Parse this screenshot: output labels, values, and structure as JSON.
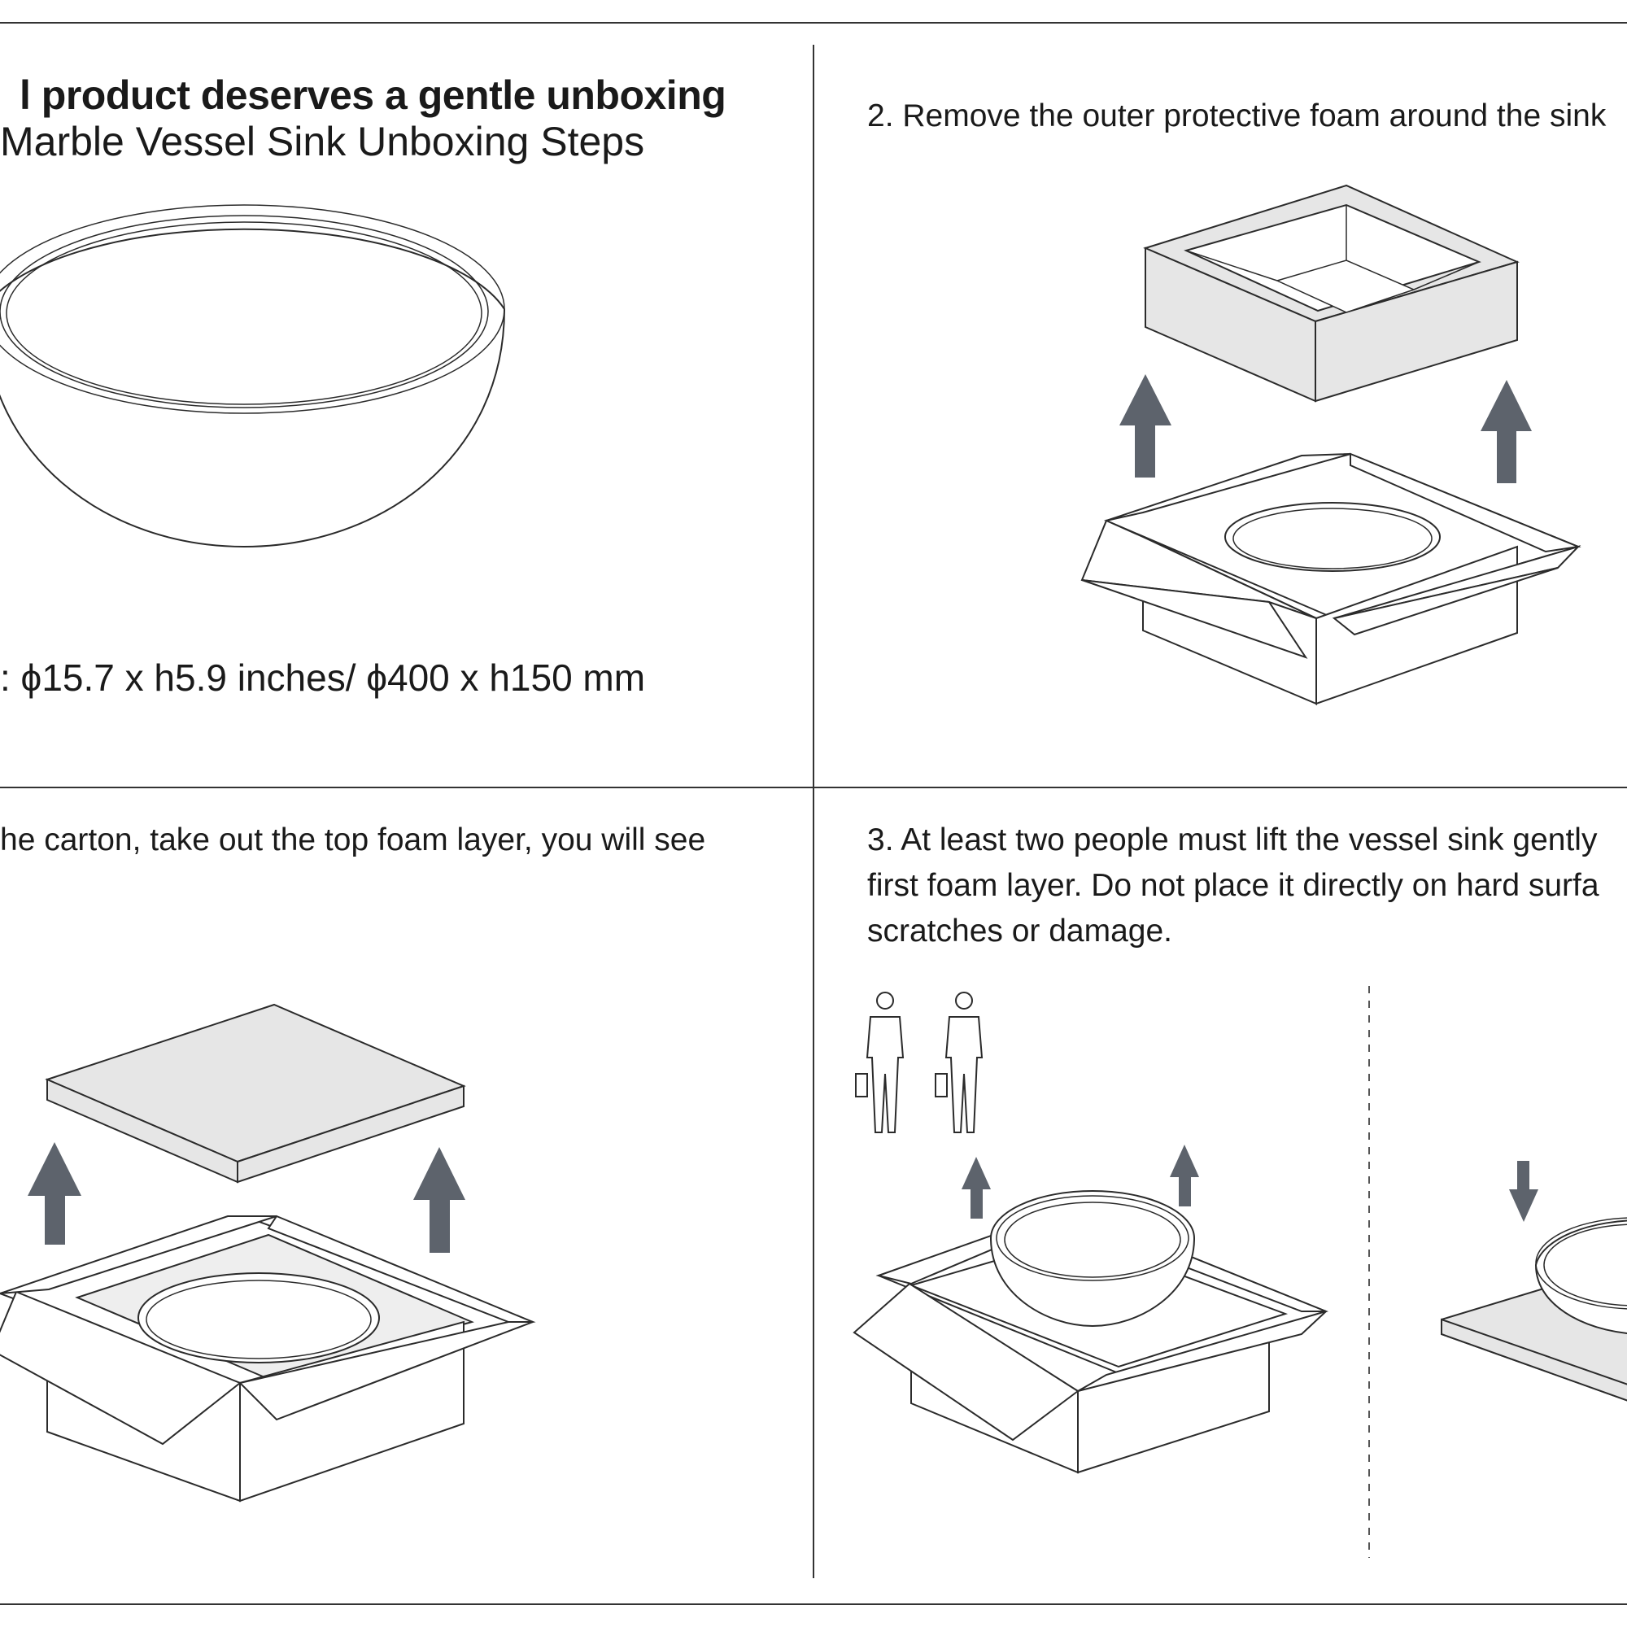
{
  "intro": {
    "title": "l product deserves a gentle unboxing",
    "subtitle": "Marble Vessel Sink Unboxing Steps",
    "dimensions": ":  ϕ15.7 x h5.9 inches/ ϕ400 x h150 mm"
  },
  "step1": {
    "text": "he carton, take out the top foam layer, you will see"
  },
  "step2": {
    "text": "2. Remove the outer protective foam around the sink"
  },
  "step3": {
    "lines": [
      "3. At least two people must lift the vessel sink gently",
      "first foam layer. Do not place it directly on hard surfa",
      "scratches or damage."
    ]
  },
  "colors": {
    "arrow": "#5d636c",
    "foam": "#e6e6e6",
    "line": "#2b2b2b"
  }
}
